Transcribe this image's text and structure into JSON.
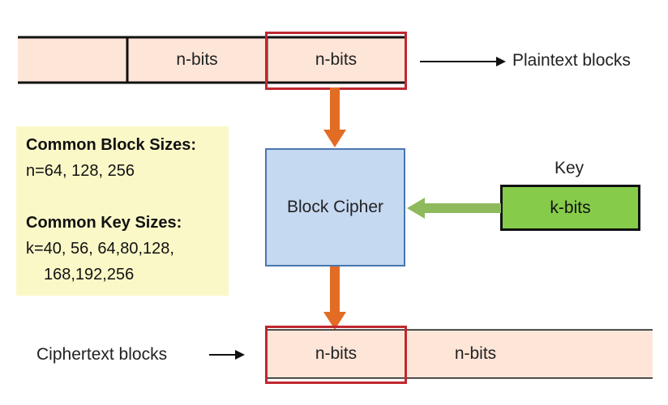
{
  "plaintext_row": {
    "cells": [
      "",
      "n-bits",
      "n-bits"
    ],
    "label": "Plaintext blocks"
  },
  "ciphertext_row": {
    "cells": [
      "n-bits",
      "n-bits",
      ""
    ],
    "label": "Ciphertext blocks"
  },
  "info": {
    "block_title": "Common Block Sizes:",
    "block_values": "n=64, 128, 256",
    "key_title": "Common Key Sizes:",
    "key_values_line1": "k=40, 56, 64,80,128,",
    "key_values_line2": "168,192,256"
  },
  "cipher": {
    "label": "Block Cipher"
  },
  "key": {
    "caption": "Key",
    "label": "k-bits"
  },
  "colors": {
    "block_fill": "#fde5d8",
    "highlight_border": "#c0282e",
    "cipher_fill": "#c5d9f1",
    "key_fill": "#86cc4a",
    "flow_arrow": "#e36c25",
    "key_arrow": "#8fba5c",
    "info_fill": "#fbf8c8"
  }
}
